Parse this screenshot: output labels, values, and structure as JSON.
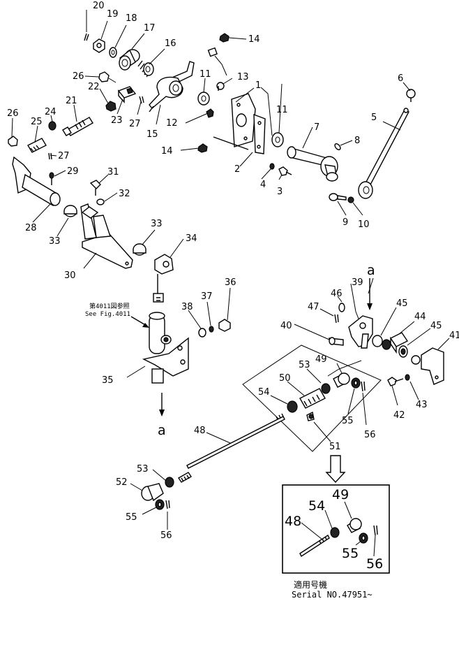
{
  "labels": {
    "p1": "1",
    "p2": "2",
    "p3": "3",
    "p4": "4",
    "p5": "5",
    "p6": "6",
    "p7": "7",
    "p8": "8",
    "p9": "9",
    "p10": "10",
    "p11a": "11",
    "p11b": "11",
    "p12": "12",
    "p13": "13",
    "p14a": "14",
    "p14b": "14",
    "p15": "15",
    "p16": "16",
    "p17": "17",
    "p18": "18",
    "p19": "19",
    "p20": "20",
    "p21": "21",
    "p22": "22",
    "p23": "23",
    "p24": "24",
    "p25": "25",
    "p26a": "26",
    "p26b": "26",
    "p27a": "27",
    "p27b": "27",
    "p28": "28",
    "p29": "29",
    "p30": "30",
    "p31": "31",
    "p32": "32",
    "p33a": "33",
    "p33b": "33",
    "p34": "34",
    "p35": "35",
    "p36": "36",
    "p37": "37",
    "p38": "38",
    "p39": "39",
    "p40": "40",
    "p41": "41",
    "p42": "42",
    "p43": "43",
    "p44": "44",
    "p45a": "45",
    "p45b": "45",
    "p46": "46",
    "p47": "47",
    "p48": "48",
    "p49": "49",
    "p50": "50",
    "p51": "51",
    "p52": "52",
    "p53a": "53",
    "p53b": "53",
    "p54": "54",
    "p55a": "55",
    "p55b": "55",
    "p56a": "56",
    "p56b": "56",
    "inset48": "48",
    "inset54": "54",
    "inset49": "49",
    "inset55": "55",
    "inset56": "56",
    "ref_a_top": "a",
    "ref_a_bottom": "a"
  },
  "notes": {
    "see_fig_jp": "第4011図参照",
    "see_fig_en": "See Fig.4011",
    "serial_jp": "適用号機",
    "serial_en": "Serial NO.47951~"
  }
}
